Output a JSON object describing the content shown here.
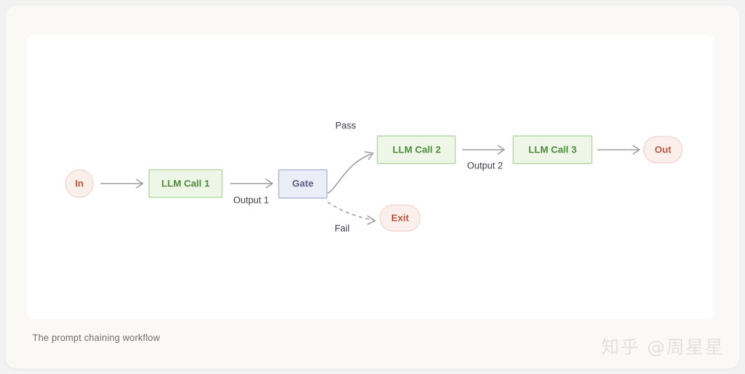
{
  "card": {
    "caption": "The prompt chaining workflow",
    "watermark": "知乎 @周星星"
  },
  "colors": {
    "page_background": "#f2f2f2",
    "card_background": "#fbf9f6",
    "panel_background": "#ffffff",
    "llm_fill": "#eef6e8",
    "llm_border": "#a8cf96",
    "llm_text": "#4e8a3a",
    "gate_fill": "#eceef7",
    "gate_border": "#a6a9cb",
    "gate_text": "#5b5f86",
    "terminal_fill": "#fbefec",
    "terminal_border": "#efd3ca",
    "terminal_text": "#b5583d",
    "edge_stroke": "#9a9a9a",
    "edge_label_text": "#3f3f46",
    "caption_text": "#6f6c68",
    "watermark_text": "#e3e1dd"
  },
  "diagram": {
    "type": "flowchart",
    "title": "The prompt chaining workflow",
    "nodes": [
      {
        "id": "in",
        "label": "In",
        "shape": "circle",
        "style": "terminal"
      },
      {
        "id": "llm1",
        "label": "LLM Call 1",
        "shape": "rectangle",
        "style": "llm"
      },
      {
        "id": "gate",
        "label": "Gate",
        "shape": "rectangle",
        "style": "gate"
      },
      {
        "id": "llm2",
        "label": "LLM Call 2",
        "shape": "rectangle",
        "style": "llm"
      },
      {
        "id": "llm3",
        "label": "LLM Call 3",
        "shape": "rectangle",
        "style": "llm"
      },
      {
        "id": "out",
        "label": "Out",
        "shape": "pill",
        "style": "terminal"
      },
      {
        "id": "exit",
        "label": "Exit",
        "shape": "pill",
        "style": "terminal"
      }
    ],
    "edges": [
      {
        "id": "e1",
        "from": "in",
        "to": "llm1",
        "label": "",
        "line": "solid"
      },
      {
        "id": "e2",
        "from": "llm1",
        "to": "gate",
        "label": "Output 1",
        "line": "solid"
      },
      {
        "id": "e3",
        "from": "gate",
        "to": "llm2",
        "label": "Pass",
        "line": "solid"
      },
      {
        "id": "e4",
        "from": "gate",
        "to": "exit",
        "label": "Fail",
        "line": "dashed"
      },
      {
        "id": "e5",
        "from": "llm2",
        "to": "llm3",
        "label": "Output 2",
        "line": "solid"
      },
      {
        "id": "e6",
        "from": "llm3",
        "to": "out",
        "label": "",
        "line": "solid"
      }
    ]
  }
}
